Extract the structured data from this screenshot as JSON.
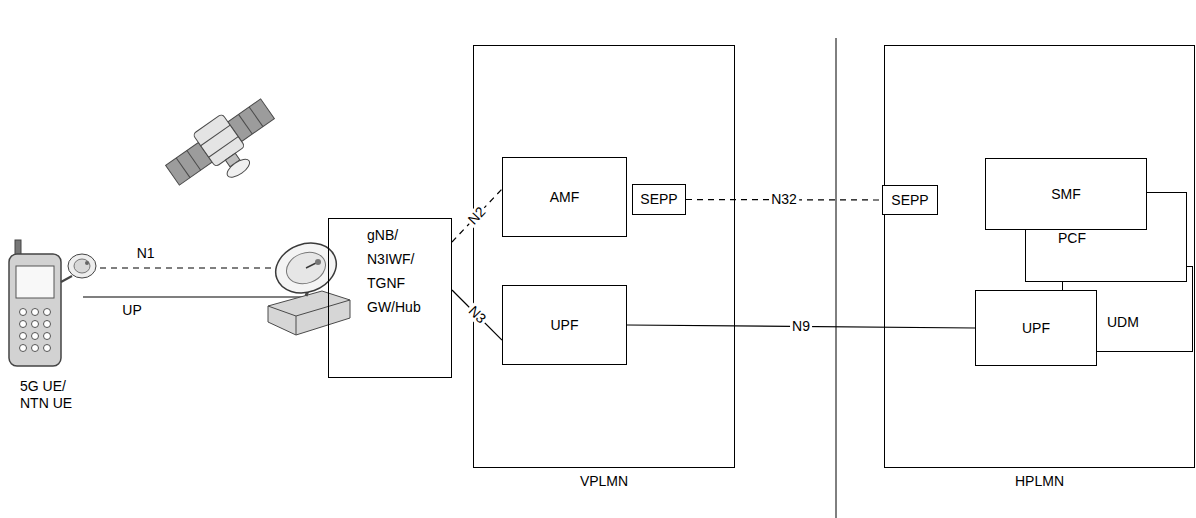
{
  "diagram": {
    "nodes": [
      {
        "text": [
          "5G UE/ NTN UE"
        ]
      },
      {
        "text": [
          "gNB/ N3IWF/ TGNF GW/Hub"
        ]
      },
      {
        "text": [
          "VPLMN"
        ]
      },
      {
        "text": [
          "AMF"
        ],
        "in": 2
      },
      {
        "text": [
          "SEPP"
        ],
        "in": 2
      },
      {
        "text": [
          "UPF"
        ],
        "in": 2
      },
      {
        "text": [
          "HPLMN"
        ]
      },
      {
        "text": [
          "SEPP"
        ],
        "in": 6
      },
      {
        "text": [
          "SMF"
        ],
        "in": 6
      },
      {
        "text": [
          "PCF"
        ],
        "in": 6
      },
      {
        "text": [
          "UDM"
        ],
        "in": 6
      },
      {
        "text": [
          "UPF"
        ],
        "in": 6
      }
    ],
    "edges": [
      {
        "from": 0,
        "to": 1,
        "label": "N1",
        "arrow": "none"
      },
      {
        "from": 0,
        "to": 1,
        "label": "UP",
        "arrow": "none"
      },
      {
        "from": 1,
        "to": 3,
        "label": "N2",
        "arrow": "none"
      },
      {
        "from": 1,
        "to": 5,
        "label": "N3",
        "arrow": "none"
      },
      {
        "from": 4,
        "to": 7,
        "label": "N32",
        "arrow": "none"
      },
      {
        "from": 5,
        "to": 11,
        "label": "N9",
        "arrow": "none"
      }
    ]
  }
}
